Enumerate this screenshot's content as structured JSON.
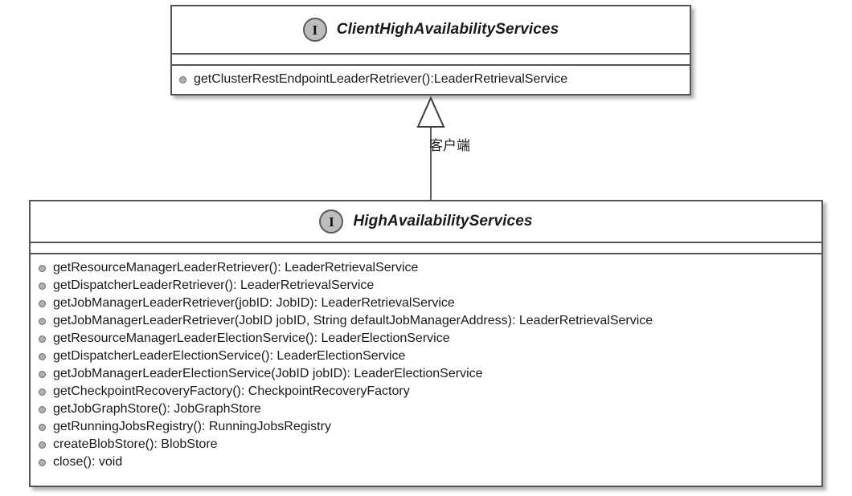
{
  "diagram": {
    "type": "uml-class-diagram",
    "background": "#ffffff",
    "border_color": "#555555",
    "icon_fill": "#bdbdbd",
    "bullet_fill": "#b0b0b0"
  },
  "classes": [
    {
      "id": "client-high-availability-services",
      "stereotype_icon": "I",
      "stereotype": "interface",
      "name": "ClientHighAvailabilityServices",
      "attributes": [],
      "methods": [
        "getClusterRestEndpointLeaderRetriever():LeaderRetrievalService"
      ]
    },
    {
      "id": "high-availability-services",
      "stereotype_icon": "I",
      "stereotype": "interface",
      "name": "HighAvailabilityServices",
      "attributes": [],
      "methods": [
        "getResourceManagerLeaderRetriever(): LeaderRetrievalService",
        "getDispatcherLeaderRetriever(): LeaderRetrievalService",
        "getJobManagerLeaderRetriever(jobID: JobID): LeaderRetrievalService",
        "getJobManagerLeaderRetriever(JobID jobID, String defaultJobManagerAddress): LeaderRetrievalService",
        "getResourceManagerLeaderElectionService(): LeaderElectionService",
        "getDispatcherLeaderElectionService(): LeaderElectionService",
        "getJobManagerLeaderElectionService(JobID jobID): LeaderElectionService",
        "getCheckpointRecoveryFactory(): CheckpointRecoveryFactory",
        "getJobGraphStore(): JobGraphStore",
        "getRunningJobsRegistry(): RunningJobsRegistry",
        "createBlobStore(): BlobStore",
        "close(): void"
      ]
    }
  ],
  "relationships": [
    {
      "id": "generalization-client-to-ha",
      "kind": "generalization",
      "from": "high-availability-services",
      "to": "client-high-availability-services",
      "label": "客户端",
      "arrow": "hollow-triangle"
    }
  ]
}
